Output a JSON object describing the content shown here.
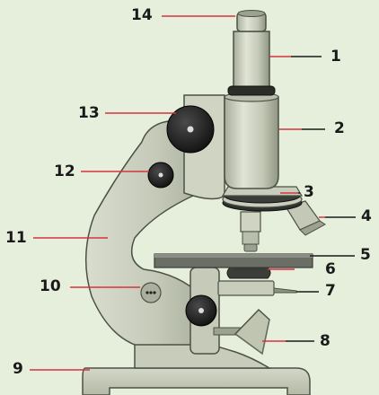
{
  "diagram": {
    "colors": {
      "background": "#e6efdc",
      "body_light": "#d7dccc",
      "body_mid": "#b9bfad",
      "body_dark": "#8e957f",
      "outline": "#4c5146",
      "stage_top": "#6a6e65",
      "knob": "#1c1c1c",
      "leader_red": "#d3343f",
      "leader_black": "#1a1a1a"
    },
    "labels": [
      {
        "id": "14",
        "text": "14"
      },
      {
        "id": "1",
        "text": "1"
      },
      {
        "id": "13",
        "text": "13"
      },
      {
        "id": "2",
        "text": "2"
      },
      {
        "id": "12",
        "text": "12"
      },
      {
        "id": "3",
        "text": "3"
      },
      {
        "id": "4",
        "text": "4"
      },
      {
        "id": "11",
        "text": "11"
      },
      {
        "id": "5",
        "text": "5"
      },
      {
        "id": "6",
        "text": "6"
      },
      {
        "id": "10",
        "text": "10"
      },
      {
        "id": "7",
        "text": "7"
      },
      {
        "id": "8",
        "text": "8"
      },
      {
        "id": "9",
        "text": "9"
      }
    ]
  }
}
